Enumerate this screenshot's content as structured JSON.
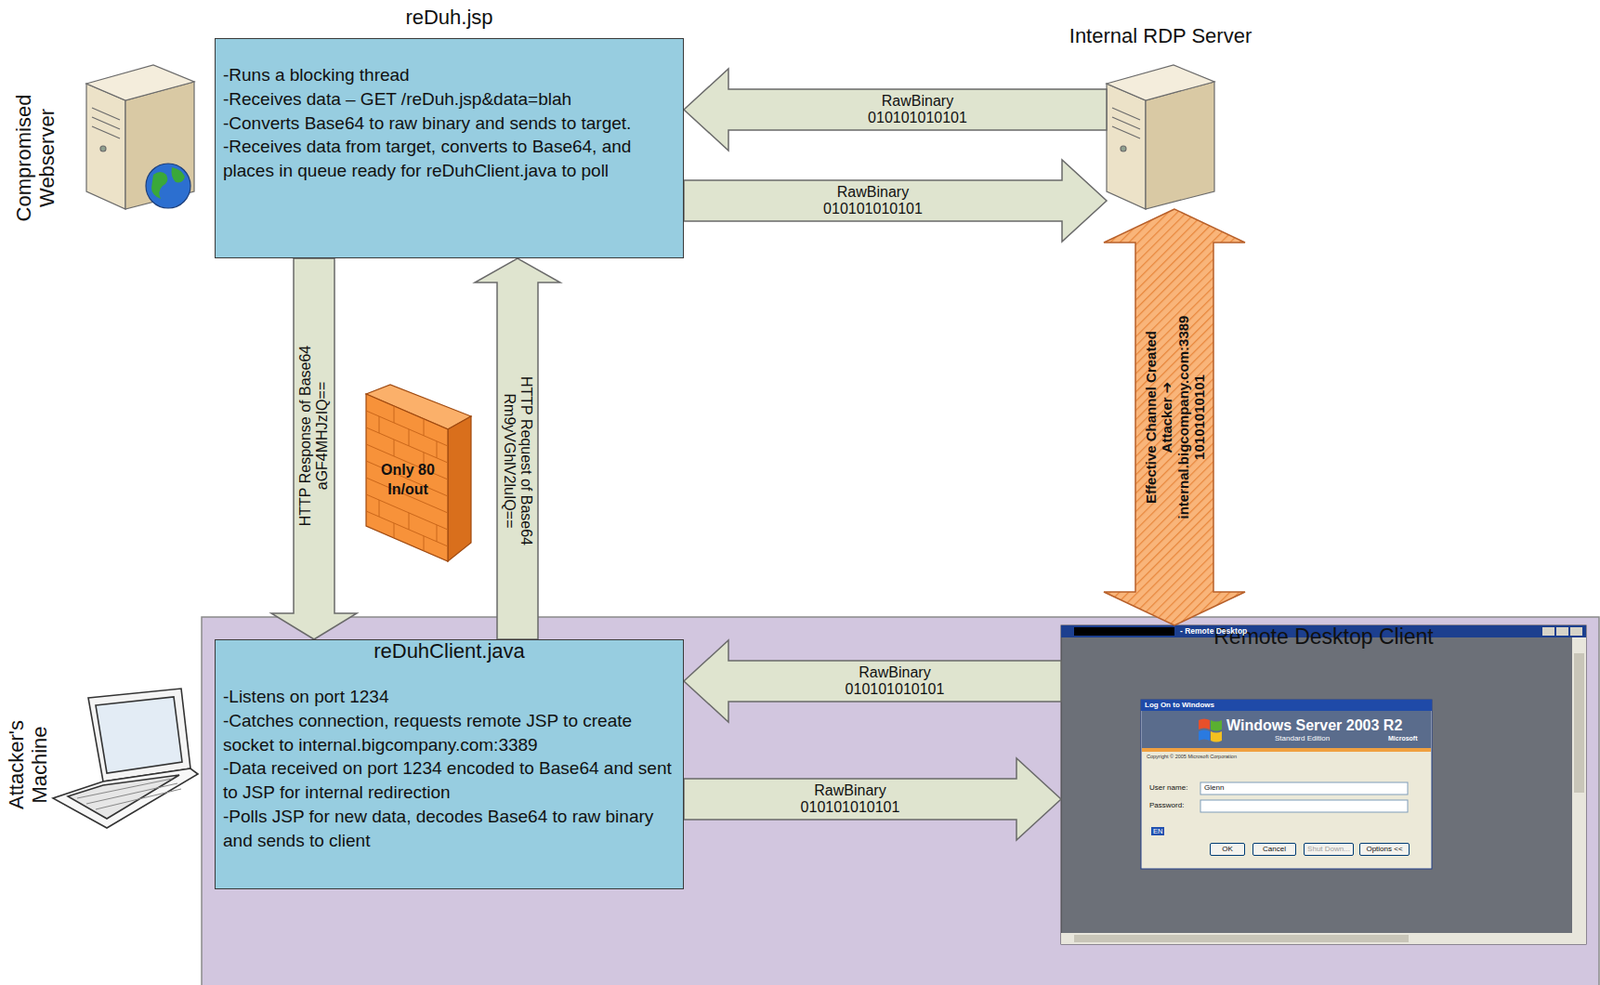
{
  "diagram": {
    "nodes": [
      {
        "text": [
          "reDuh.jsp",
          "-Runs a blocking thread",
          "-Receives data – GET /reDuh.jsp&data=blah",
          "-Converts Base64 to raw binary and sends to target.",
          "-Receives data from target, converts to Base64, and places in queue ready for reDuhClient.java to poll"
        ]
      },
      {
        "text": [
          "Internal RDP Server"
        ]
      },
      {
        "text": [
          "Only 80 In/out"
        ]
      },
      {
        "text": [
          "-Listens on port 1234",
          "-Catches connection, requests remote JSP to create socket to internal.bigcompany.com:3389",
          "-Data received on port 1234 encoded to Base64 and sent to JSP for internal redirection",
          "-Polls JSP for new data, decodes Base64 to raw binary and sends to client",
          "reDuhClient.java"
        ]
      },
      {
        "text": [
          "Remote Desktop Client",
          "- Remote Desktop",
          "Log On to Windows",
          "Windows Server 2003 R2",
          "Standard Edition",
          "User name:",
          "Glenn",
          "Password:",
          "OK",
          "Cancel",
          "Shut Down...",
          "Options <<",
          "EN",
          "Microsoft",
          "Copyright © 2005 Microsoft Corporation"
        ]
      }
    ],
    "edges": [
      {
        "from": 1,
        "to": 0,
        "arrow": "to",
        "label": "RawBinary 010101010101"
      },
      {
        "from": 0,
        "to": 1,
        "arrow": "to",
        "label": "RawBinary 010101010101"
      },
      {
        "from": 0,
        "to": 3,
        "arrow": "to",
        "label": "HTTP Response of Base64 aGF4MHJzIQ=="
      },
      {
        "from": 3,
        "to": 0,
        "arrow": "to",
        "label": "HTTP Request of Base64 Rm9yVGhlV2luIQ=="
      },
      {
        "from": 4,
        "to": 3,
        "arrow": "to",
        "label": "RawBinary 010101010101"
      },
      {
        "from": 3,
        "to": 4,
        "arrow": "to",
        "label": "RawBinary 010101010101"
      },
      {
        "from": 1,
        "to": 4,
        "arrow": "both",
        "label": "Effective Channel Created Attacker ➔ internal.bigcompany.com:3389 10101010101"
      }
    ],
    "labels": [
      "Compromised Webserver",
      "Attacker's Machine"
    ]
  }
}
